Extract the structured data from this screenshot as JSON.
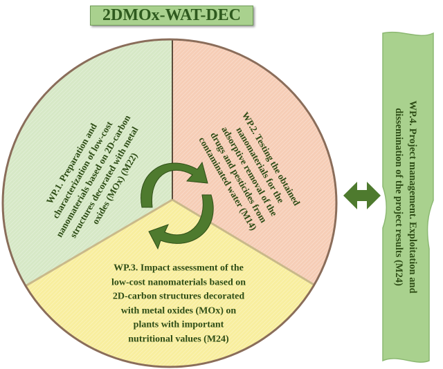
{
  "title": "2DMOx-WAT-DEC",
  "colors": {
    "wp1": "#d6e8c6",
    "wp2": "#f6cdb6",
    "wp3": "#f8ee9e",
    "wp4": "#a9d18e",
    "arrow": "#4e7a2e",
    "text": "#2e4d16"
  },
  "work_packages": [
    {
      "id": "wp1",
      "lines": [
        "WP.1. Preparation and",
        "characterization of low-cost",
        "nanomaterials based on 2D-carbon",
        "structures decorated with metal",
        "oxides (MOx) (M22)"
      ]
    },
    {
      "id": "wp2",
      "lines": [
        "WP.2. Testing the obtained",
        "nanomaterials for the",
        "adsorptive removal of the",
        "drugs and pesticides from",
        "contaminated water (M14)"
      ]
    },
    {
      "id": "wp3",
      "lines": [
        "WP.3. Impact assessment of the",
        "low-cost nanomaterials based on",
        "2D-carbon structures decorated",
        "with metal oxides (MOx) on",
        "plants with important",
        "nutritional values (M24)"
      ]
    },
    {
      "id": "wp4",
      "lines": [
        "WP.4. Project management. Exploitation and",
        "dissemination of the project results (M24)"
      ]
    }
  ]
}
